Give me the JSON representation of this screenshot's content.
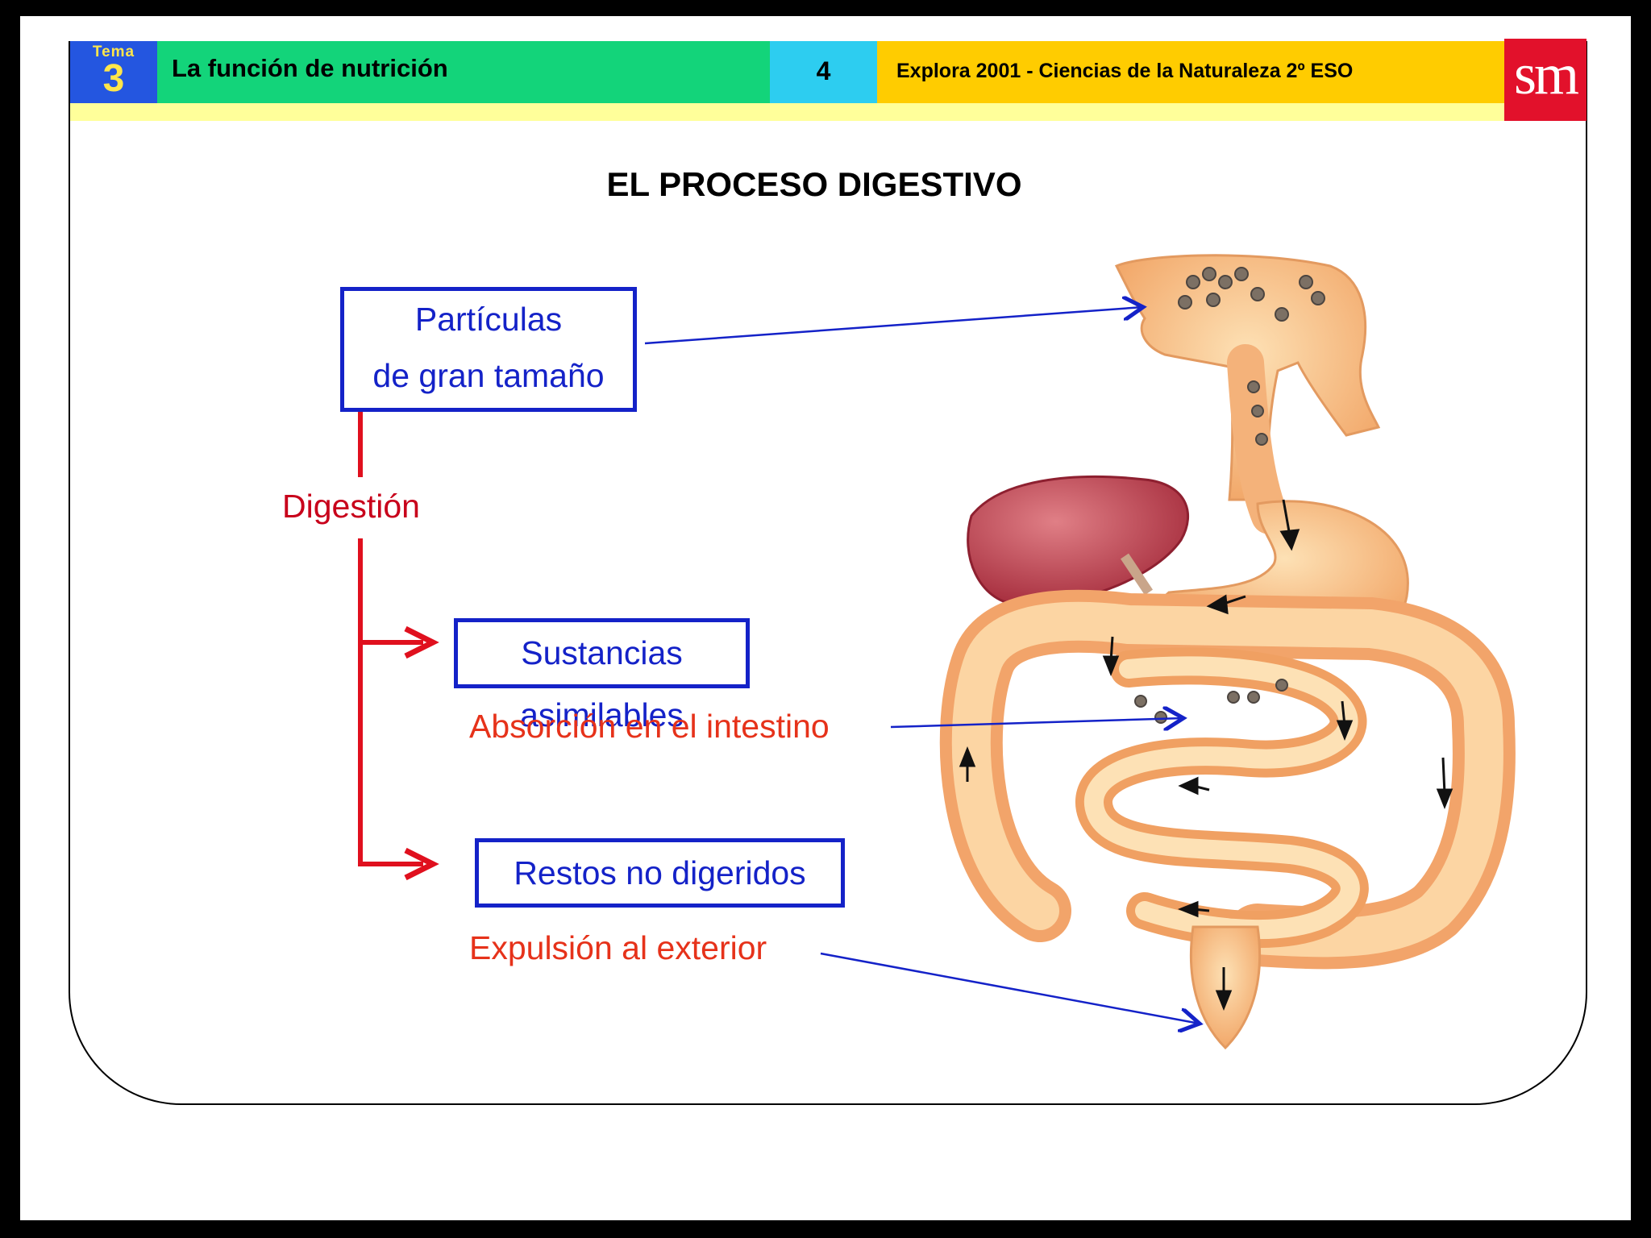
{
  "header": {
    "tema_label": "Tema",
    "tema_number": "3",
    "unit_title": "La función de nutrición",
    "page_number": "4",
    "book_title": "Explora 2001 - Ciencias de la Naturaleza 2º ESO",
    "publisher_logo": "sm"
  },
  "slide_title": "EL PROCESO DIGESTIVO",
  "diagram": {
    "box_particles_line1": "Partículas",
    "box_particles_line2": "de gran tamaño",
    "process_label": "Digestión",
    "box_nutrients": "Sustancias asimilables",
    "nutrients_caption": "Absorción en el intestino",
    "box_waste": "Restos no digeridos",
    "waste_caption": "Expulsión al exterior"
  },
  "colors": {
    "box_blue": "#1422c8",
    "flow_red": "#e0101e",
    "caption_red": "#e6321a",
    "tema_blue": "#2456e0",
    "title_green": "#13d47a",
    "page_cyan": "#2dcdf0",
    "book_yellow": "#ffcc00",
    "logo_red": "#e2112b"
  },
  "illustration": {
    "subject": "human digestive system with liver, stomach, small and large intestine",
    "icons": [
      "liver-icon",
      "stomach-icon",
      "intestine-icon",
      "flow-arrow-icon"
    ]
  }
}
